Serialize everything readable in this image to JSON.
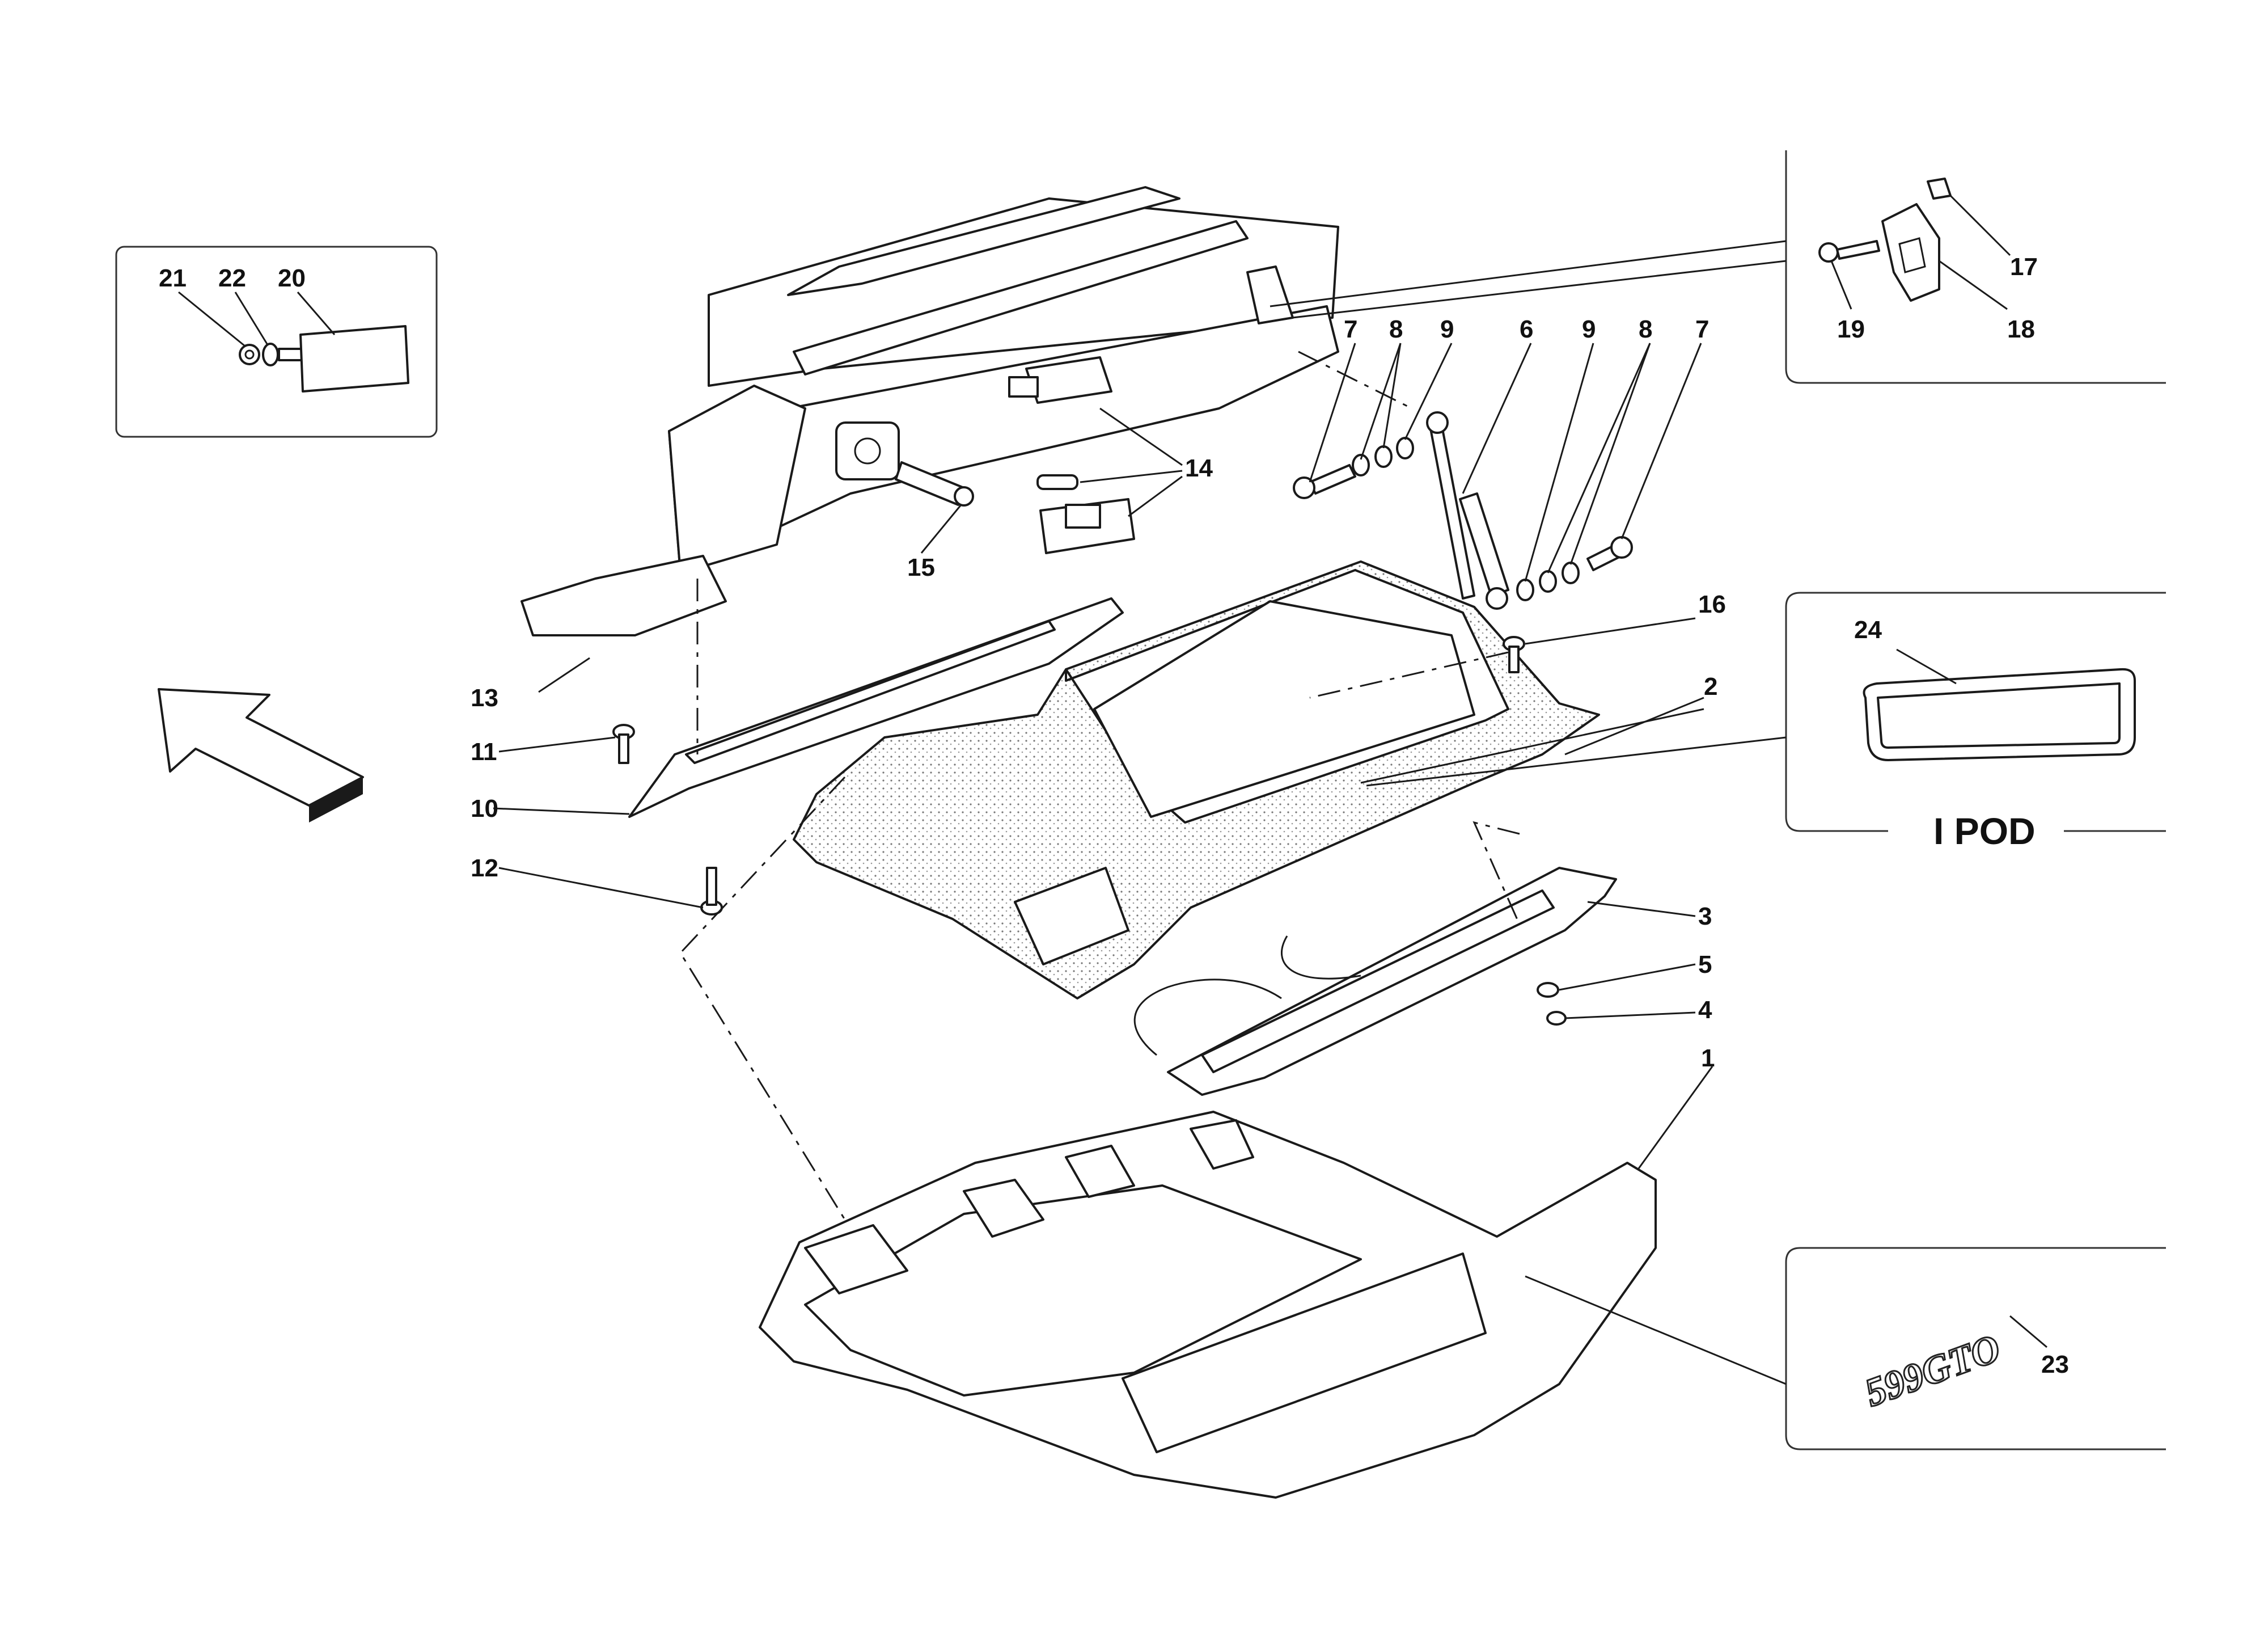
{
  "callouts": {
    "c1": "1",
    "c2": "2",
    "c3": "3",
    "c4": "4",
    "c5": "5",
    "c6": "6",
    "c7a": "7",
    "c7b": "7",
    "c8a": "8",
    "c8b": "8",
    "c9a": "9",
    "c9b": "9",
    "c10": "10",
    "c11": "11",
    "c12": "12",
    "c13": "13",
    "c14": "14",
    "c15": "15",
    "c16": "16",
    "c17": "17",
    "c18": "18",
    "c19": "19",
    "c20": "20",
    "c21": "21",
    "c22": "22",
    "c23": "23",
    "c24": "24"
  },
  "ipod_panel": {
    "label": "I POD"
  },
  "emblem": {
    "text": "599GTO"
  }
}
